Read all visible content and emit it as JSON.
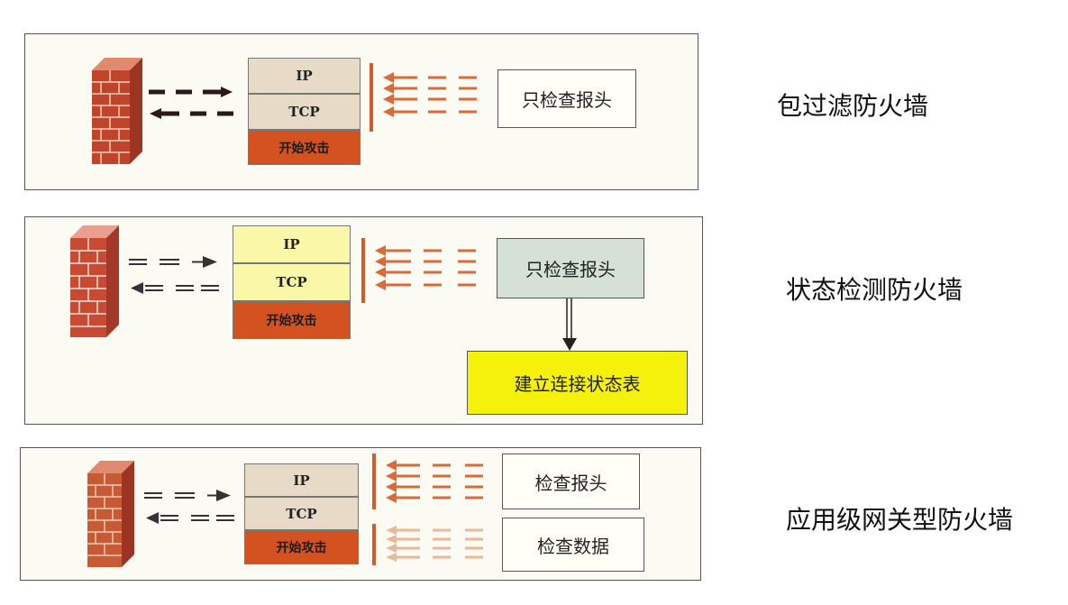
{
  "panels": [
    {
      "title": "包过滤防火墙",
      "layers": {
        "ip": "IP",
        "tcp": "TCP",
        "attack": "开始攻击"
      },
      "boxes": [
        "只检查报头"
      ]
    },
    {
      "title": "状态检测防火墙",
      "layers": {
        "ip": "IP",
        "tcp": "TCP",
        "attack": "开始攻击"
      },
      "boxes": [
        "只检查报头",
        "建立连接状态表"
      ]
    },
    {
      "title": "应用级网关型防火墙",
      "layers": {
        "ip": "IP",
        "tcp": "TCP",
        "attack": "开始攻击"
      },
      "boxes": [
        "检查报头",
        "检查数据"
      ]
    }
  ],
  "colors": {
    "brick": "#c0442a",
    "attack_layer": "#d4521f",
    "arrow_orange": "#d96a3a",
    "state_table": "#f6f10a",
    "inspect_box_gray": "#d5e1d7"
  },
  "icons": [
    "brick-wall-icon",
    "bidirectional-dashed-arrow-icon",
    "incoming-packet-arrows-icon",
    "down-arrow-icon"
  ]
}
